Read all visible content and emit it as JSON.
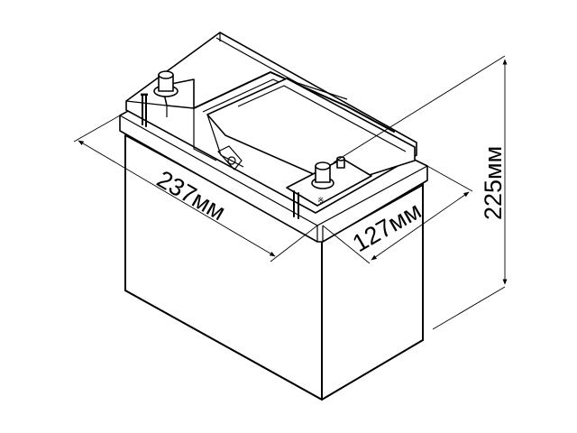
{
  "figure": {
    "subject": "car battery isometric line drawing",
    "background": "#ffffff",
    "line_color": "#000000"
  },
  "dimensions": {
    "length": {
      "value": 237,
      "unit": "мм",
      "label": "237мм"
    },
    "width": {
      "value": 127,
      "unit": "мм",
      "label": "127мм"
    },
    "height": {
      "value": 225,
      "unit": "мм",
      "label": "225мм"
    }
  },
  "terminals": {
    "left": "terminal-post",
    "right": "terminal-post"
  }
}
